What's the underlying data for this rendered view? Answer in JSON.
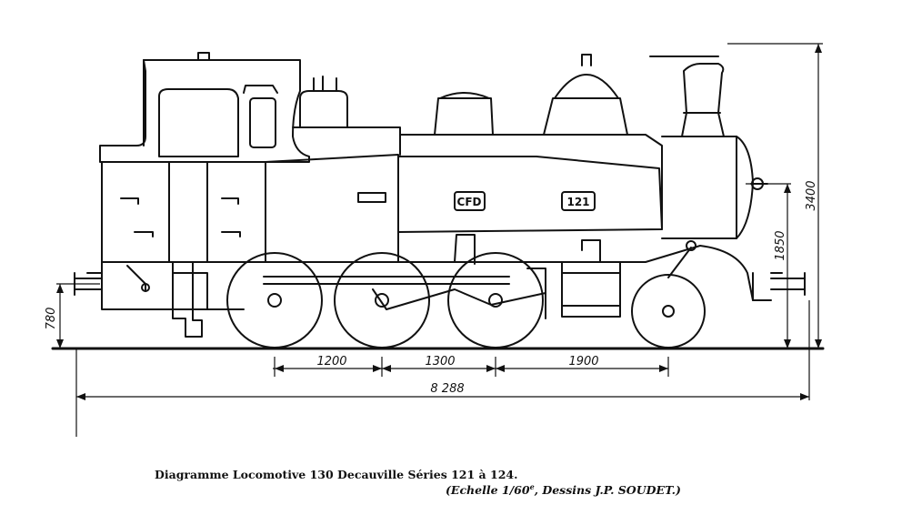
{
  "diagram": {
    "plates": {
      "company": "CFD",
      "number": "121"
    },
    "dimensions": {
      "total_height": "3400",
      "axle_height": "1850",
      "buffer_height": "780",
      "wheelbase_1": "1200",
      "wheelbase_2": "1300",
      "wheelbase_3": "1900",
      "total_length": "8 288"
    }
  },
  "caption": {
    "title": "Diagramme Locomotive 130 Decauville Séries 121 à 124.",
    "scale_prefix": "(Echelle 1/60",
    "scale_sup": "e",
    "scale_suffix": ", Dessins J.P. SOUDET.)"
  }
}
